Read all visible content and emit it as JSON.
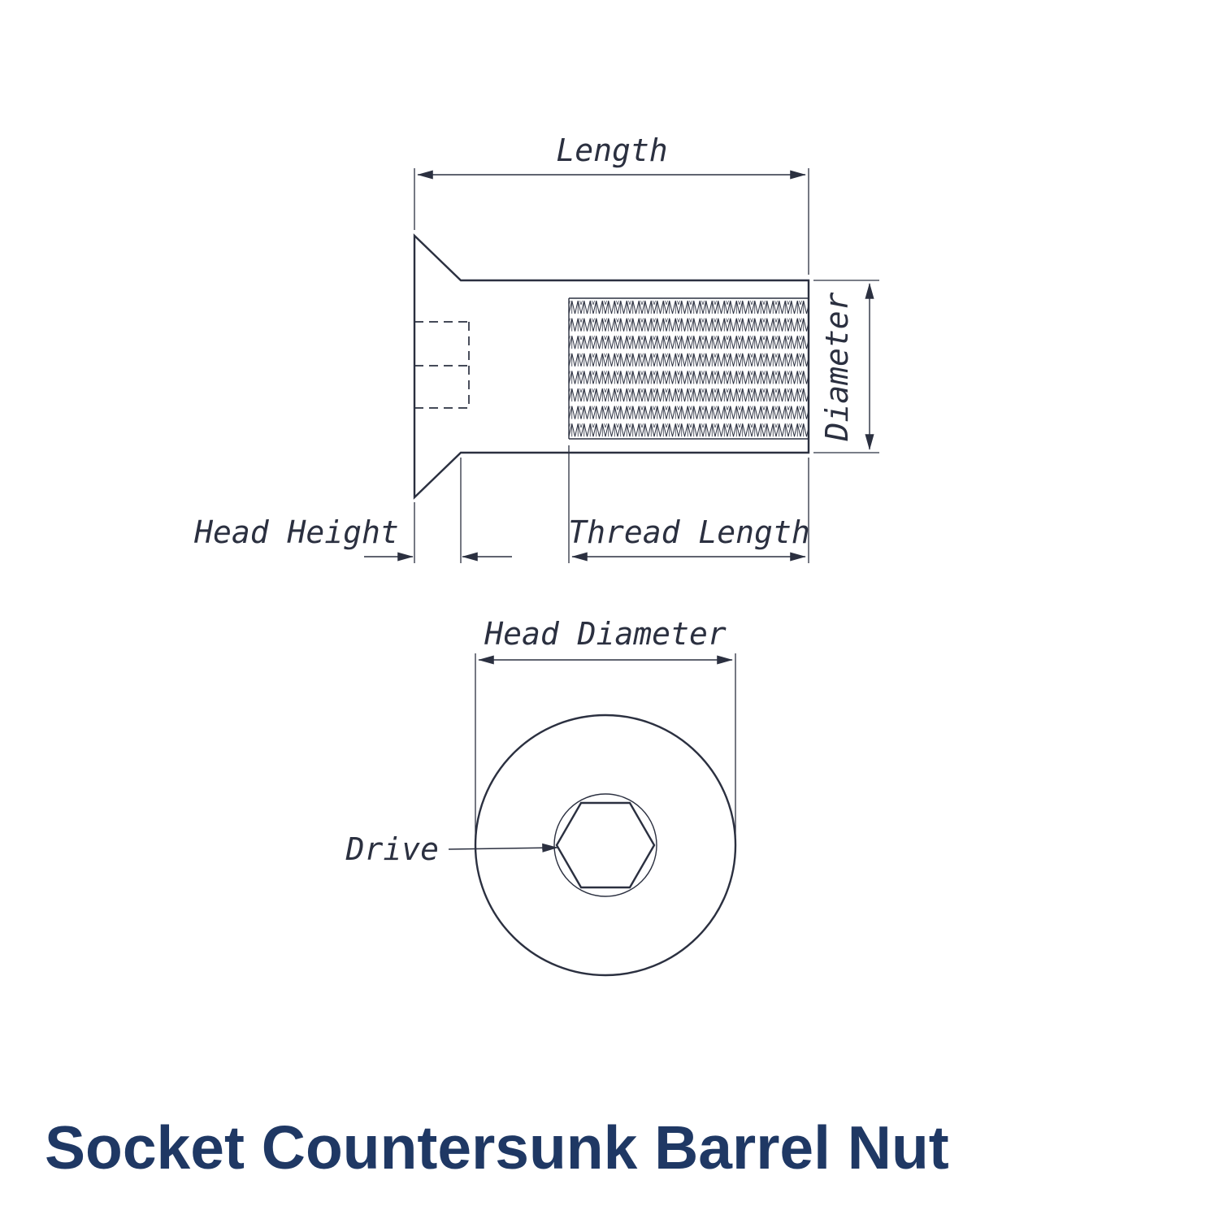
{
  "diagram": {
    "title": "Socket Countersunk Barrel Nut",
    "labels": {
      "length": "Length",
      "diameter": "Diameter",
      "head_height": "Head Height",
      "thread_length": "Thread Length",
      "head_diameter": "Head Diameter",
      "drive": "Drive"
    },
    "colors": {
      "line": "#2b3040",
      "title": "#1f3864",
      "background": "#ffffff"
    }
  }
}
